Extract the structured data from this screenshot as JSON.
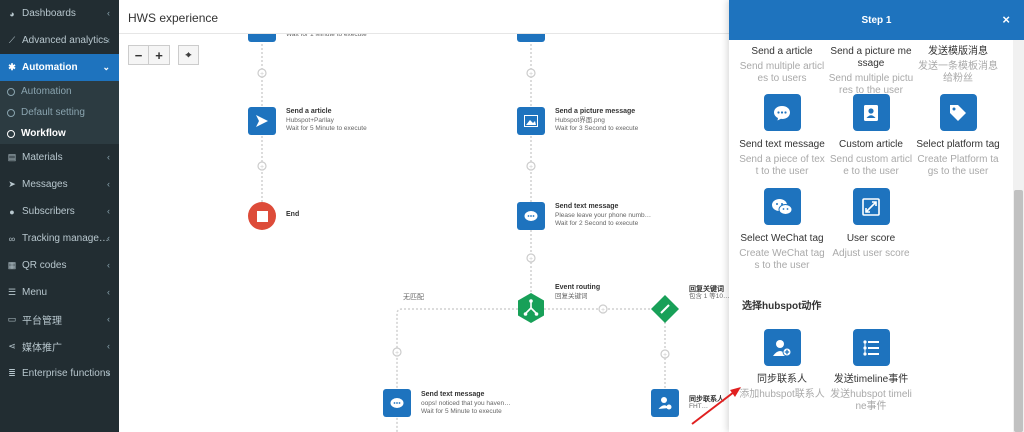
{
  "sidebar": {
    "items": [
      {
        "label": "Dashboards",
        "icon": "dashboard-icon"
      },
      {
        "label": "Advanced analytics",
        "icon": "chart-icon"
      },
      {
        "label": "Automation",
        "icon": "gear-icon",
        "active": true
      },
      {
        "label": "Materials",
        "icon": "table-icon"
      },
      {
        "label": "Messages",
        "icon": "send-icon"
      },
      {
        "label": "Subscribers",
        "icon": "users-icon"
      },
      {
        "label": "Tracking manage…",
        "icon": "link-icon"
      },
      {
        "label": "QR codes",
        "icon": "qrcode-icon"
      },
      {
        "label": "Menu",
        "icon": "menu-icon"
      },
      {
        "label": "平台管理",
        "icon": "monitor-icon"
      },
      {
        "label": "媒体推广",
        "icon": "share-icon"
      },
      {
        "label": "Enterprise functions",
        "icon": "list-icon"
      }
    ],
    "sub_items": [
      {
        "label": "Automation"
      },
      {
        "label": "Default setting"
      },
      {
        "label": "Workflow",
        "active": true
      }
    ]
  },
  "canvas": {
    "title": "HWS experience",
    "tools": {
      "zoom_out": "−",
      "zoom_in": "+",
      "center": "⌖"
    },
    "top_sub_left": "Wait for 1 Minute to execute",
    "nodes": {
      "send_article": {
        "title": "Send a article",
        "line1": "Hubspot+Parllay",
        "line2": "Wait for 5 Minute to execute"
      },
      "send_picture": {
        "title": "Send a picture message",
        "line1": "Hubspot界面.png",
        "line2": "Wait for 3 Second to execute"
      },
      "end": {
        "title": "End"
      },
      "send_text_1": {
        "title": "Send text message",
        "line1": "Please leave your phone numb…",
        "line2": "Wait for 2 Second to execute"
      },
      "event_routing": {
        "title": "Event routing",
        "line1": "回复关键词"
      },
      "keyword_reply": {
        "title": "回复关键词",
        "line1": "包含 1 等10…"
      },
      "send_text_2": {
        "title": "Send text message",
        "line1": "oops! noticed that you haven…",
        "line2": "Wait for 5 Minute to execute"
      },
      "sync_contact": {
        "title": "同步联系人",
        "line1": "FHT…"
      }
    },
    "edge_no_match": "无匹配"
  },
  "panel": {
    "title": "Step 1",
    "close": "×",
    "top_cards": [
      {
        "title": "Send a article",
        "desc": "Send multiple articles to users"
      },
      {
        "title": "Send a picture message",
        "desc": "Send multiple pictures to the user"
      },
      {
        "title": "发送模版消息",
        "desc": "发送一条模板消息给粉丝"
      }
    ],
    "cards_row2": [
      {
        "title": "Send text message",
        "desc": "Send a piece of text to the user",
        "icon": "chat-icon"
      },
      {
        "title": "Custom article",
        "desc": "Send custom article to the user",
        "icon": "contact-card-icon"
      },
      {
        "title": "Select platform tag",
        "desc": "Create Platform tags to the user",
        "icon": "tag-icon"
      }
    ],
    "cards_row3": [
      {
        "title": "Select WeChat tag",
        "desc": "Create WeChat tags to the user",
        "icon": "wechat-icon"
      },
      {
        "title": "User score",
        "desc": "Adjust user score",
        "icon": "score-icon"
      }
    ],
    "section_title": "选择hubspot动作",
    "hubspot_cards": [
      {
        "title": "同步联系人",
        "desc": "添加hubspot联系人",
        "icon": "add-user-icon"
      },
      {
        "title": "发送timeline事件",
        "desc": "发送hubspot timeline事件",
        "icon": "timeline-icon"
      }
    ]
  },
  "colors": {
    "accent": "#1e73be",
    "sidebar": "#222d32",
    "end_node": "#dd4b39",
    "routing_node": "#18a058"
  }
}
